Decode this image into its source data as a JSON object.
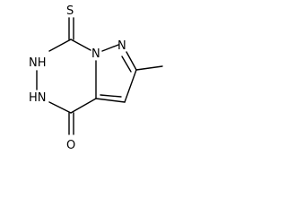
{
  "molecule": {
    "labels": {
      "sulfur": "S",
      "nh_upper": "NH",
      "hn_lower": "HN",
      "n_bridge": "N",
      "n_pyrazole": "N",
      "oxygen": "O"
    },
    "colors": {
      "bond": "#000000",
      "text": "#000000",
      "background": "#ffffff"
    }
  }
}
